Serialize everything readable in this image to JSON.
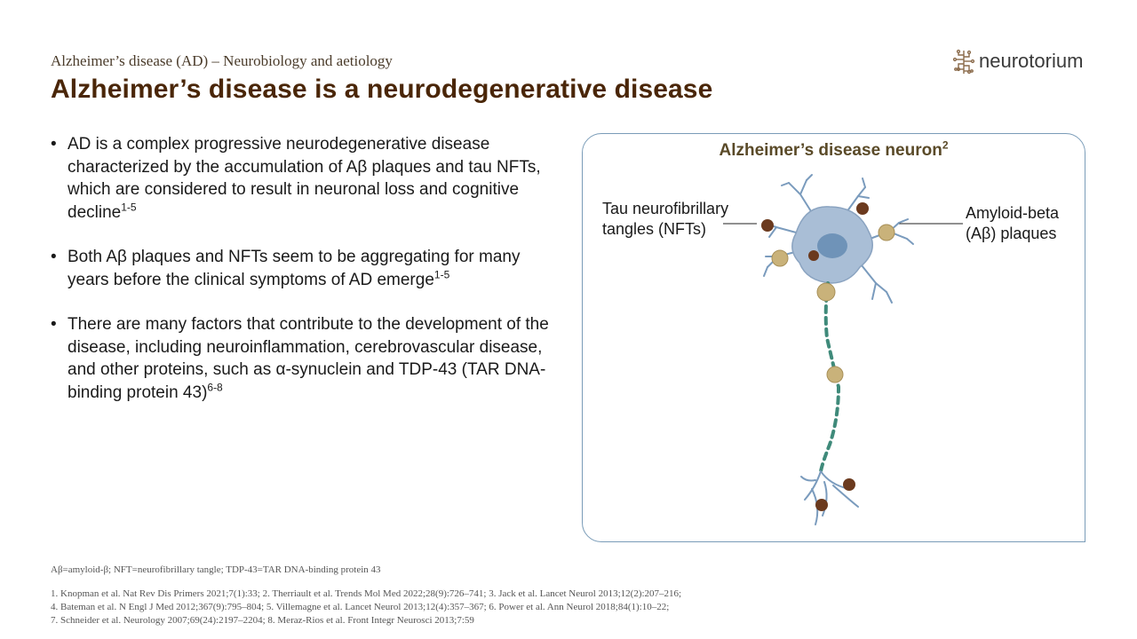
{
  "header": {
    "subtitle": "Alzheimer’s  disease (AD) – Neurobiology and aetiology",
    "title": "Alzheimer’s disease is a neurodegenerative disease"
  },
  "logo": {
    "text": "neurotorium",
    "icon": "brain-network-icon"
  },
  "bullets": [
    {
      "text": "AD is a complex progressive neurodegenerative disease characterized by the accumulation of Aβ plaques and tau NFTs, which are considered to result in neuronal loss and cognitive decline",
      "ref": "1-5"
    },
    {
      "text": "Both Aβ plaques and NFTs seem to be aggregating for many years before the clinical symptoms of AD emerge",
      "ref": "1-5"
    },
    {
      "text": "There are many factors that contribute to the development of the disease, including neuroinflammation, cerebrovascular disease, and other proteins, such as α-synuclein and TDP-43 (TAR DNA-binding protein 43)",
      "ref": "6-8"
    }
  ],
  "figure": {
    "title": "Alzheimer’s disease neuron",
    "title_ref": "2",
    "label_left_1": "Tau neurofibrillary",
    "label_left_2": "tangles (NFTs)",
    "label_right_1": "Amyloid-beta",
    "label_right_2": "(Aβ) plaques",
    "colors": {
      "neuron": "#a9bed6",
      "nucleus": "#6f93b8",
      "axon": "#3f8a7a",
      "plaque": "#c9b27a",
      "tangle": "#6b3a1e"
    }
  },
  "footer": {
    "abbreviations": "Aβ=amyloid-β; NFT=neurofibrillary tangle;  TDP-43=TAR DNA-binding protein 43",
    "refs_line1": "1. Knopman et al.  Nat Rev Dis Primers 2021;7(1):33; 2. Therriault et al.  Trends Mol Med 2022;28(9):726–741; 3. Jack et al.  Lancet Neurol 2013;12(2):207–216;",
    "refs_line2": "4. Bateman et al.  N Engl J Med 2012;367(9):795–804; 5. Villemagne  et al. Lancet Neurol 2013;12(4):357–367; 6. Power et al. Ann Neurol 2018;84(1):10–22;",
    "refs_line3": "7. Schneider et al. Neurology 2007;69(24):2197–2204; 8. Meraz-Rios et al. Front Integr Neurosci 2013;7:59"
  }
}
